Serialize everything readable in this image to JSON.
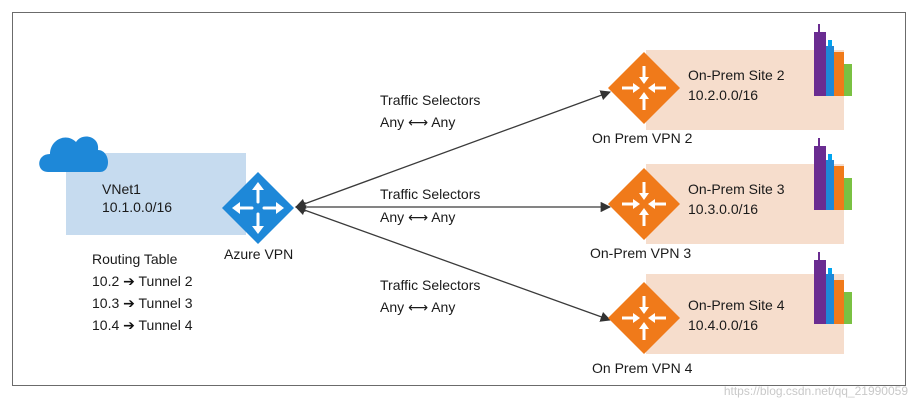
{
  "vnet": {
    "name": "VNet1",
    "cidr": "10.1.0.0/16",
    "gateway_label": "Azure VPN",
    "routing_table": {
      "title": "Routing Table",
      "rows": [
        {
          "prefix": "10.2",
          "arrow": "➔",
          "target": "Tunnel 2"
        },
        {
          "prefix": "10.3",
          "arrow": "➔",
          "target": "Tunnel 3"
        },
        {
          "prefix": "10.4",
          "arrow": "➔",
          "target": "Tunnel 4"
        }
      ]
    }
  },
  "links": [
    {
      "title": "Traffic Selectors",
      "left": "Any",
      "arrow": "⟷",
      "right": "Any"
    },
    {
      "title": "Traffic Selectors",
      "left": "Any",
      "arrow": "⟷",
      "right": "Any"
    },
    {
      "title": "Traffic Selectors",
      "left": "Any",
      "arrow": "⟷",
      "right": "Any"
    }
  ],
  "sites": [
    {
      "name": "On-Prem Site 2",
      "cidr": "10.2.0.0/16",
      "gateway_label": "On Prem VPN 2"
    },
    {
      "name": "On-Prem Site 3",
      "cidr": "10.3.0.0/16",
      "gateway_label": "On-Prem VPN 3"
    },
    {
      "name": "On-Prem Site 4",
      "cidr": "10.4.0.0/16",
      "gateway_label": "On Prem VPN 4"
    }
  ],
  "watermark": "https://blog.csdn.net/qq_21990059",
  "colors": {
    "azure_blue": "#1e88d8",
    "vnet_fill": "#c6dbef",
    "onprem_orange": "#f07a1a",
    "site_fill": "#f6ddcc"
  },
  "icons": {
    "cloud": "cloud-icon",
    "azure_gateway": "azure-vpn-gateway-icon",
    "onprem_gateway": "onprem-vpn-gateway-icon",
    "buildings": "office-buildings-icon"
  }
}
